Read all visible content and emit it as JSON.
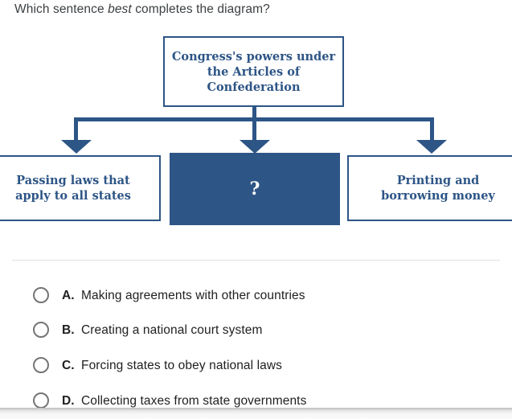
{
  "question": {
    "prefix": "Which sentence ",
    "emphasized_word": "best",
    "suffix": " completes the diagram?"
  },
  "diagram": {
    "root_box": {
      "lines": [
        "Congress's powers under",
        "the Articles of",
        "Confederation"
      ]
    },
    "left_box": {
      "lines": [
        "Passing laws that",
        "apply to all states"
      ]
    },
    "unknown_box": {
      "label": "?"
    },
    "right_box": {
      "lines": [
        "Printing and",
        "borrowing money"
      ]
    }
  },
  "options": [
    {
      "letter": "A.",
      "text": "Making agreements with other countries"
    },
    {
      "letter": "B.",
      "text": "Creating a national court system"
    },
    {
      "letter": "C.",
      "text": "Forcing states to obey national laws"
    },
    {
      "letter": "D.",
      "text": "Collecting taxes from state governments"
    }
  ],
  "colors": {
    "diagram_blue": "#2d5586",
    "question_text": "#3c4043",
    "option_text": "#212121",
    "radio_border": "#757575",
    "divider": "#e0e0e0"
  }
}
